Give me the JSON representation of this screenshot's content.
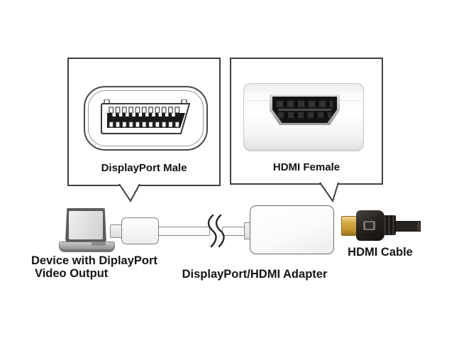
{
  "callouts": {
    "displayport": {
      "label": "DisplayPort Male"
    },
    "hdmi": {
      "label": "HDMI Female"
    }
  },
  "labels": {
    "device_line1": "Device with DiplayPort",
    "device_line2": "Video Output",
    "adapter": "DisplayPort/HDMI Adapter",
    "hdmi_cable": "HDMI Cable"
  },
  "icons": {
    "displayport-male-connector": "svg-line-drawing",
    "hdmi-female-port": "css-trapezoid-shape",
    "laptop": "css-shape",
    "mini-displayport-plug": "css-shape",
    "cable-break": "svg-squiggle",
    "displayport-hdmi-adapter": "css-shape",
    "hdmi-cable": "css-shape",
    "callout-pointer": "svg-triangle"
  },
  "colors": {
    "outline": "#3f3f3f",
    "connector_gold": "#c9982f",
    "cable_black": "#201b18"
  }
}
